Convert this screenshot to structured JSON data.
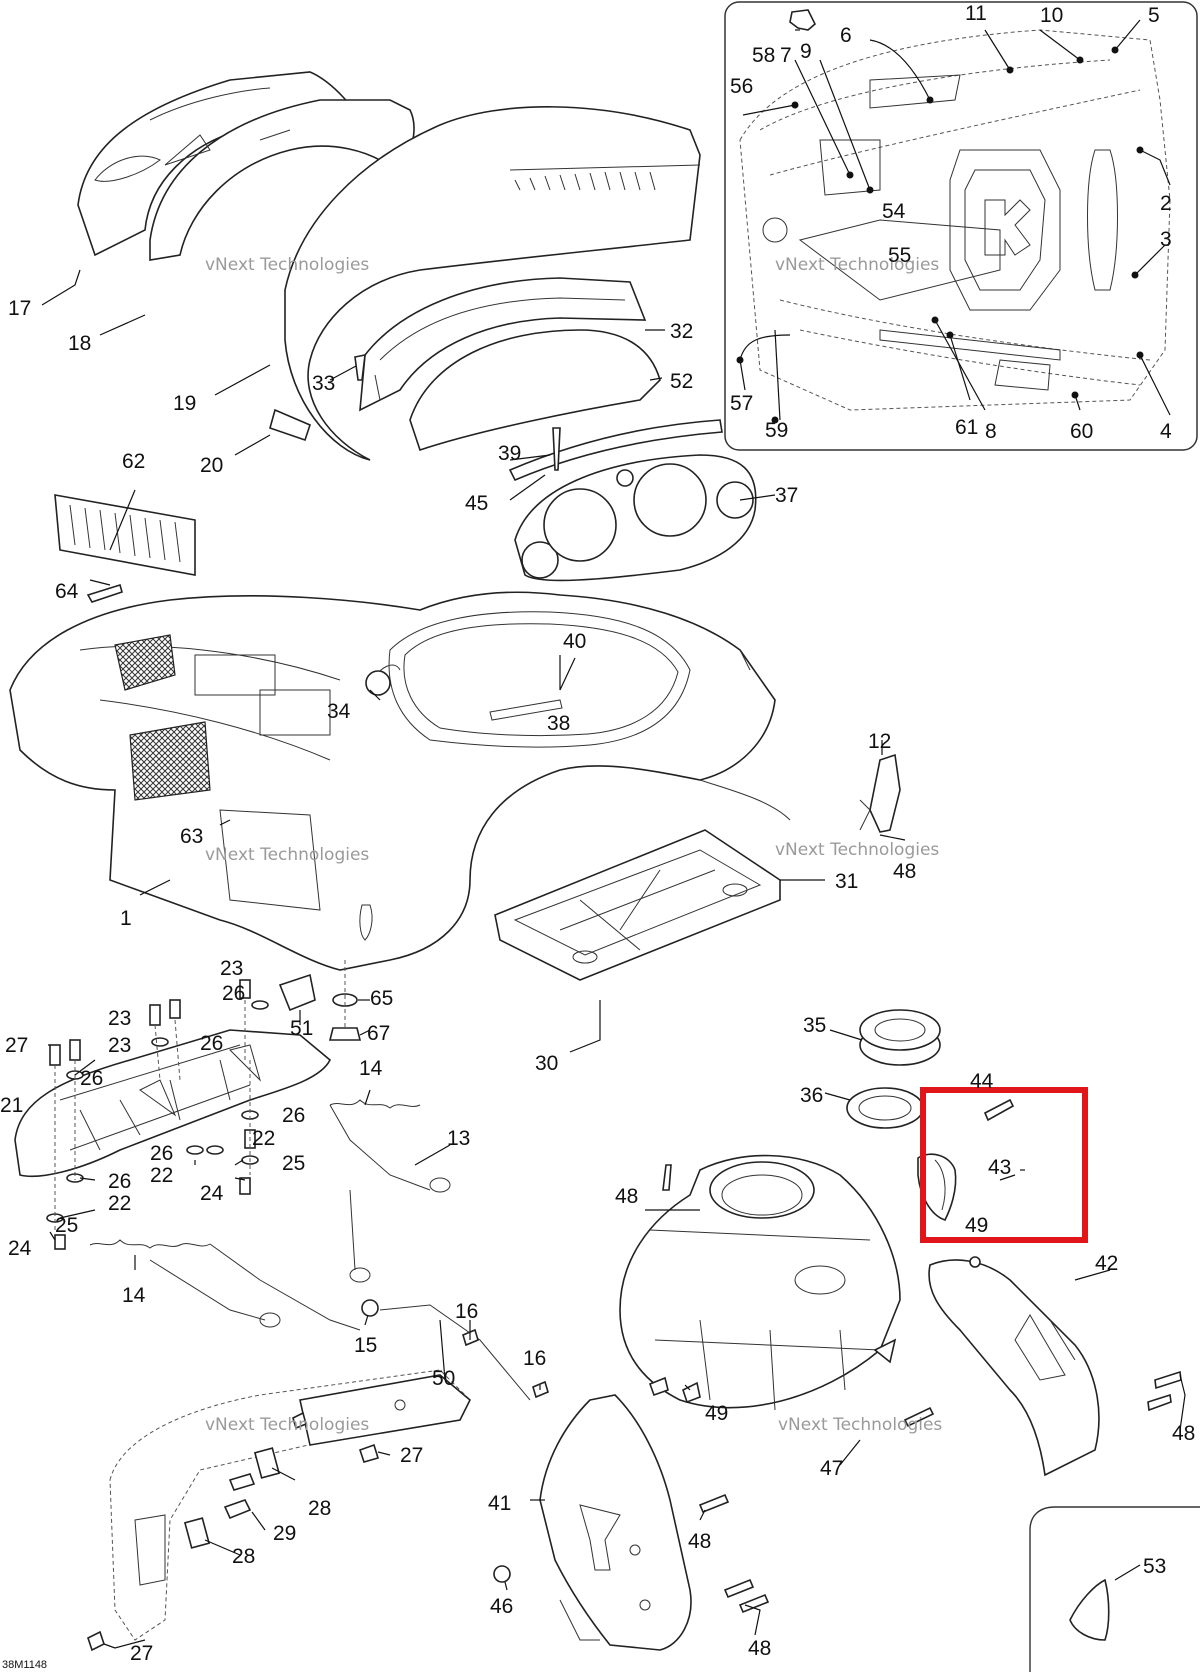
{
  "diagram": {
    "code": "38M1148",
    "watermark": "vNext Technologies",
    "highlight_color": "#e0161b",
    "callouts": [
      "1",
      "2",
      "3",
      "4",
      "5",
      "6",
      "7",
      "8",
      "9",
      "10",
      "11",
      "12",
      "13",
      "14",
      "14",
      "15",
      "16",
      "16",
      "17",
      "18",
      "19",
      "20",
      "21",
      "22",
      "22",
      "22",
      "23",
      "23",
      "23",
      "24",
      "24",
      "25",
      "25",
      "26",
      "26",
      "26",
      "26",
      "26",
      "26",
      "27",
      "27",
      "27",
      "28",
      "28",
      "29",
      "30",
      "31",
      "32",
      "33",
      "34",
      "35",
      "36",
      "37",
      "38",
      "39",
      "40",
      "41",
      "42",
      "43",
      "44",
      "45",
      "46",
      "47",
      "48",
      "48",
      "48",
      "48",
      "48",
      "49",
      "49",
      "50",
      "51",
      "52",
      "53",
      "54",
      "55",
      "56",
      "57",
      "58",
      "59",
      "60",
      "61",
      "62",
      "63",
      "64",
      "65",
      "67"
    ]
  }
}
